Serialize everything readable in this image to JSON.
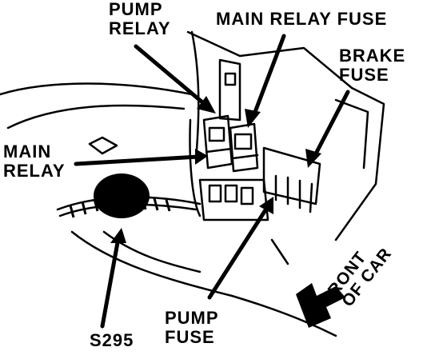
{
  "labels": {
    "pump_relay": [
      "PUMP",
      "RELAY"
    ],
    "main_relay_fuse": "MAIN RELAY FUSE",
    "brake_fuse": [
      "BRAKE",
      "FUSE"
    ],
    "main_relay": [
      "MAIN",
      "RELAY"
    ],
    "s295": "S295",
    "pump_fuse": [
      "PUMP",
      "FUSE"
    ],
    "front_of_car": [
      "FRONT",
      "OF CAR"
    ]
  }
}
